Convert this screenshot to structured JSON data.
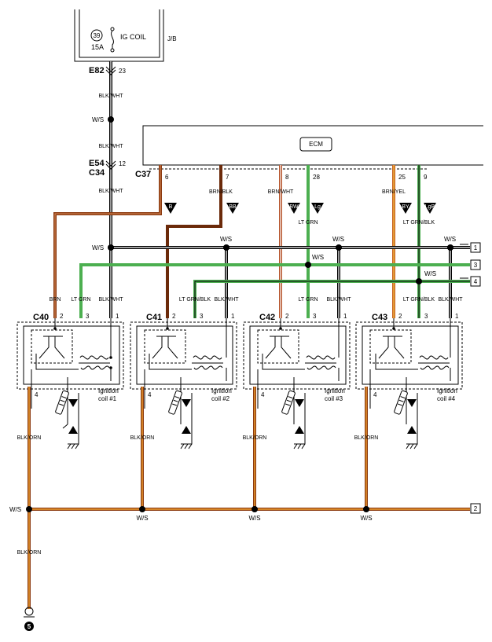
{
  "fuse": {
    "number": "39",
    "rating": "15A",
    "name": "IG COIL",
    "box": "J/B"
  },
  "connectors": {
    "e82": {
      "name": "E82",
      "pin": "23"
    },
    "e54": {
      "name": "E54",
      "pin": "12"
    },
    "c34": {
      "name": "C34"
    },
    "c37": {
      "name": "C37"
    },
    "c40": "C40",
    "c41": "C41",
    "c42": "C42",
    "c43": "C43"
  },
  "ecm": {
    "label": "ECM",
    "pins": [
      "6",
      "7",
      "8",
      "28",
      "25",
      "9"
    ]
  },
  "wires": {
    "blk_wht": "BLK/WHT",
    "ws": "W/S",
    "brn": "BRN",
    "brn_blk": "BRN/BLK",
    "brn_wht": "BRN/WHT",
    "brn_yel": "BRN/YEL",
    "lt_grn": "LT GRN",
    "lt_grn_blk": "LT GRN/BLK",
    "blk_orn": "BLK/ORN"
  },
  "markers": [
    "B",
    "BB",
    "BW",
    "Lg",
    "BY",
    "LgB"
  ],
  "pins": {
    "p1": "1",
    "p2": "2",
    "p3": "3",
    "p4": "4"
  },
  "coils": [
    "Ignition\ncoil #1",
    "Ignition\ncoil #2",
    "Ignition\ncoil #3",
    "Ignition\ncoil #4"
  ],
  "refs": [
    "1",
    "3",
    "4",
    "2"
  ],
  "ground": "5",
  "colors": {
    "brown": "#8b3a10",
    "green": "#4caf50",
    "orange": "#e08a2c",
    "black": "#000000"
  }
}
